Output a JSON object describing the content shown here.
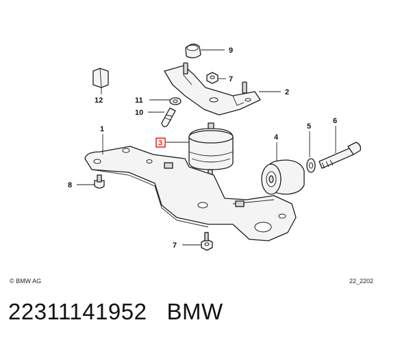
{
  "diagram": {
    "copyright": "© BMW AG",
    "drawing_code": "22_2202",
    "callouts": [
      {
        "id": "1",
        "label": "1"
      },
      {
        "id": "2",
        "label": "2"
      },
      {
        "id": "3",
        "label": "3",
        "highlighted": true
      },
      {
        "id": "4",
        "label": "4"
      },
      {
        "id": "5",
        "label": "5"
      },
      {
        "id": "6",
        "label": "6"
      },
      {
        "id": "7a",
        "label": "7"
      },
      {
        "id": "7b",
        "label": "7"
      },
      {
        "id": "8",
        "label": "8"
      },
      {
        "id": "9",
        "label": "9"
      },
      {
        "id": "10",
        "label": "10"
      },
      {
        "id": "11",
        "label": "11"
      },
      {
        "id": "12",
        "label": "12"
      }
    ],
    "highlight_color": "#e0302a"
  },
  "footer": {
    "part_number": "22311141952",
    "brand": "BMW"
  }
}
